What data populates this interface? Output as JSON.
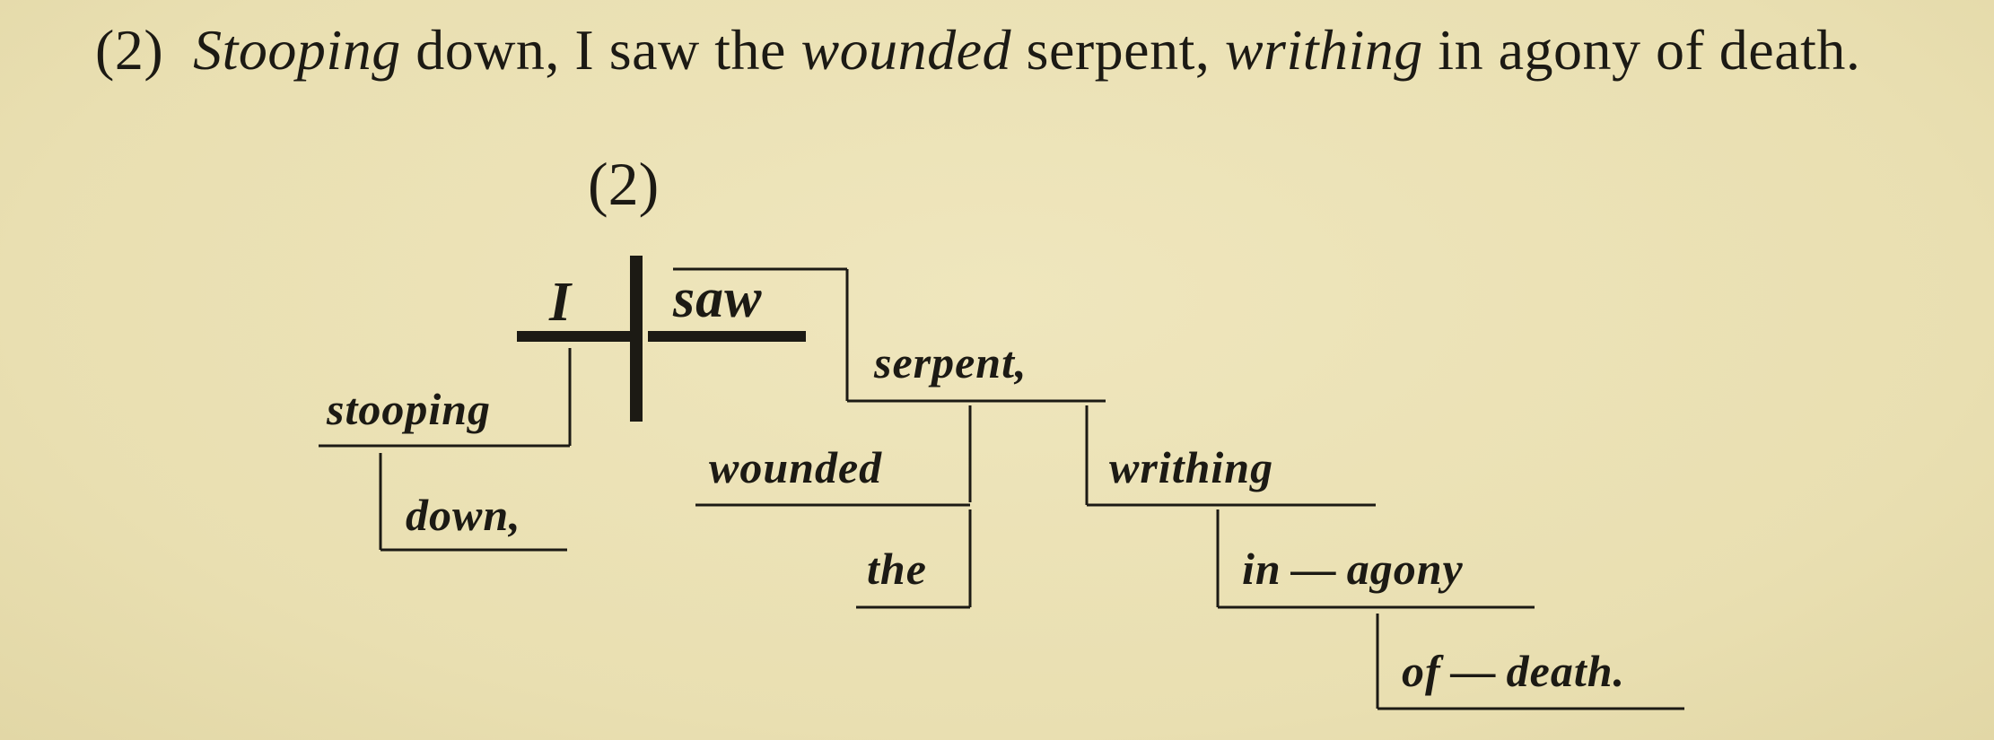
{
  "sentence": {
    "number": "(2)",
    "parts": [
      {
        "text": "Stooping",
        "italic": true
      },
      {
        "text": " down, I saw the ",
        "italic": false
      },
      {
        "text": "wounded",
        "italic": true
      },
      {
        "text": " serpent, ",
        "italic": false
      },
      {
        "text": "writhing",
        "italic": true
      },
      {
        "text": " in agony of death.",
        "italic": false
      }
    ]
  },
  "diagram": {
    "number": "(2)",
    "subject": "I",
    "verb": "saw",
    "object": "serpent,",
    "participle": "stooping",
    "participle_modifier": "down,",
    "adjective_1": "wounded",
    "adjective_2": "the",
    "object_participle": "writhing",
    "prep_phrase": "in — agony",
    "prep_phrase_2": "of — death."
  },
  "colors": {
    "paper": "#ece2b6",
    "ink": "#1c1a14"
  }
}
